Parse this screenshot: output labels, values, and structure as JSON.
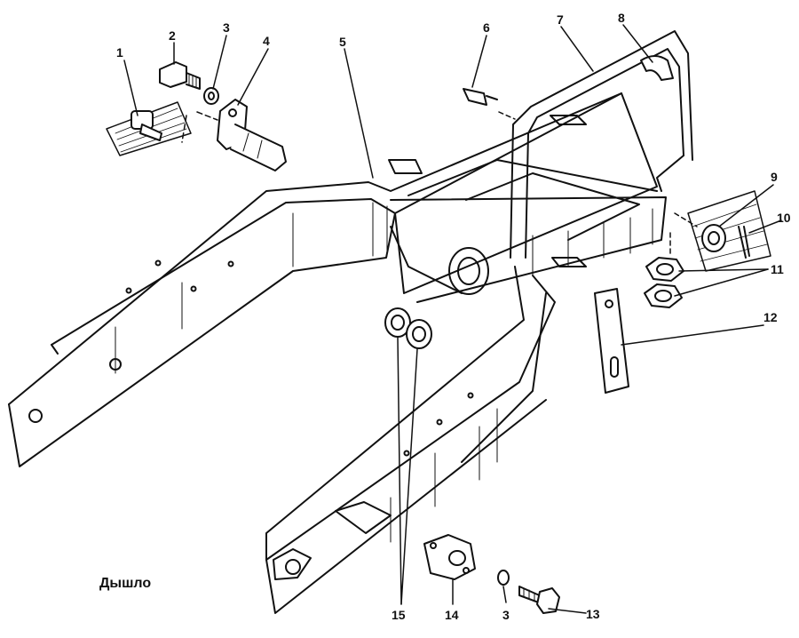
{
  "caption": "Дышло",
  "callouts": {
    "c1": "1",
    "c2": "2",
    "c3a": "3",
    "c4": "4",
    "c5": "5",
    "c6": "6",
    "c7": "7",
    "c8": "8",
    "c9": "9",
    "c10": "10",
    "c11": "11",
    "c12": "12",
    "c13": "13",
    "c14": "14",
    "c3b": "3",
    "c15": "15"
  }
}
